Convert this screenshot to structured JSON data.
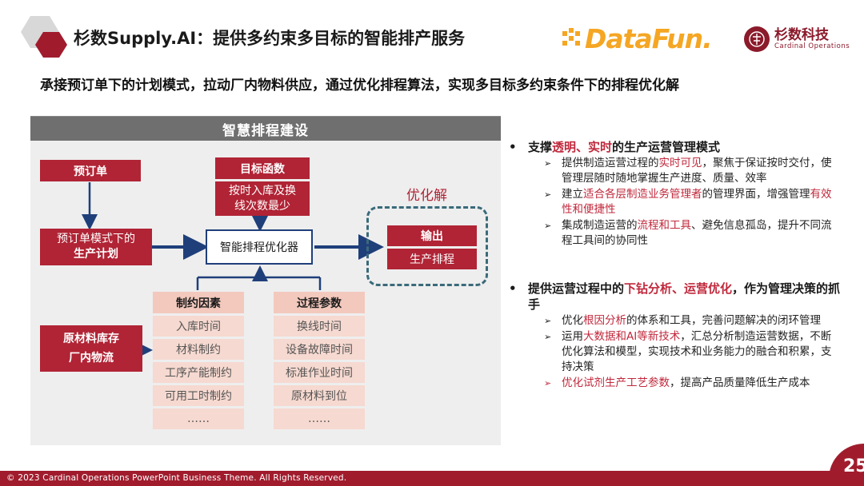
{
  "title": "杉数Supply.AI：提供多约束多目标的智能排产服务",
  "subtitle": "承接预订单下的计划模式，拉动厂内物料供应，通过优化排程算法，实现多目标多约束条件下的排程优化解",
  "logos": {
    "datafun": "DataFun.",
    "sd_name": "杉数科技",
    "sd_en": "Cardinal Operations"
  },
  "diagram": {
    "header": "智慧排程建设",
    "preorder": "预订单",
    "plan_line1": "预订单模式下的",
    "plan_line2": "生产计划",
    "objective": "目标函数",
    "objective_detail_line1": "按时入库及换",
    "objective_detail_line2": "线次数最少",
    "optimizer": "智能排程优化器",
    "solution_label": "优化解",
    "output": "输出",
    "output_detail": "生产排程",
    "material_line1": "原材料库存",
    "material_line2": "厂内物流",
    "constraints": {
      "header": "制约因素",
      "items": [
        "入库时间",
        "材料制约",
        "工序产能制约",
        "可用工时制约",
        "……"
      ]
    },
    "params": {
      "header": "过程参数",
      "items": [
        "换线时间",
        "设备故障时间",
        "标准作业时间",
        "原材料到位",
        "……"
      ]
    }
  },
  "bullets": [
    {
      "main": [
        {
          "t": "支撑",
          "hl": false
        },
        {
          "t": "透明、实时",
          "hl": true
        },
        {
          "t": "的生产运营管理模式",
          "hl": false
        }
      ],
      "subs": [
        [
          {
            "t": "提供制造运营过程的",
            "hl": false
          },
          {
            "t": "实时可见",
            "hl": true
          },
          {
            "t": "，聚焦于保证按时交付，使管理层随时随地掌握生产进度、质量、效率",
            "hl": false
          }
        ],
        [
          {
            "t": "建立",
            "hl": false
          },
          {
            "t": "适合各层制造业务管理者",
            "hl": true
          },
          {
            "t": "的管理界面，增强管理",
            "hl": false
          },
          {
            "t": "有效性和便捷性",
            "hl": true
          }
        ],
        [
          {
            "t": "集成制造运营的",
            "hl": false
          },
          {
            "t": "流程和工具",
            "hl": true
          },
          {
            "t": "、避免信息孤岛，提升不同流程工具间的协同性",
            "hl": false
          }
        ]
      ]
    },
    {
      "main": [
        {
          "t": "提供运营过程中的",
          "hl": false
        },
        {
          "t": "下钻分析、运营优化",
          "hl": true
        },
        {
          "t": "，作为管理决策的抓手",
          "hl": false
        }
      ],
      "subs": [
        [
          {
            "t": "优化",
            "hl": false
          },
          {
            "t": "根因分析",
            "hl": true
          },
          {
            "t": "的体系和工具，完善问题解决的闭环管理",
            "hl": false
          }
        ],
        [
          {
            "t": "运用",
            "hl": false
          },
          {
            "t": "大数据和AI等新技术",
            "hl": true
          },
          {
            "t": "，汇总分析制造运营数据，不断优化算法和模型，实现技术和业务能力的融合和积累，支持决策",
            "hl": false
          }
        ],
        [
          {
            "t": "优化试剂生产工艺参数",
            "hl": true
          },
          {
            "t": "，提高产品质量降低生产成本",
            "hl": false
          }
        ]
      ]
    }
  ],
  "bullet_symbol": "•",
  "sub_symbol": "➢",
  "footer": "© 2023 Cardinal Operations PowerPoint Business Theme. All Rights Reserved.",
  "page_number": "25",
  "colors": {
    "brand_red": "#b02435",
    "highlight": "#c0283c",
    "arrow_blue": "#1f3f7a",
    "datafun_orange": "#f5a623"
  }
}
